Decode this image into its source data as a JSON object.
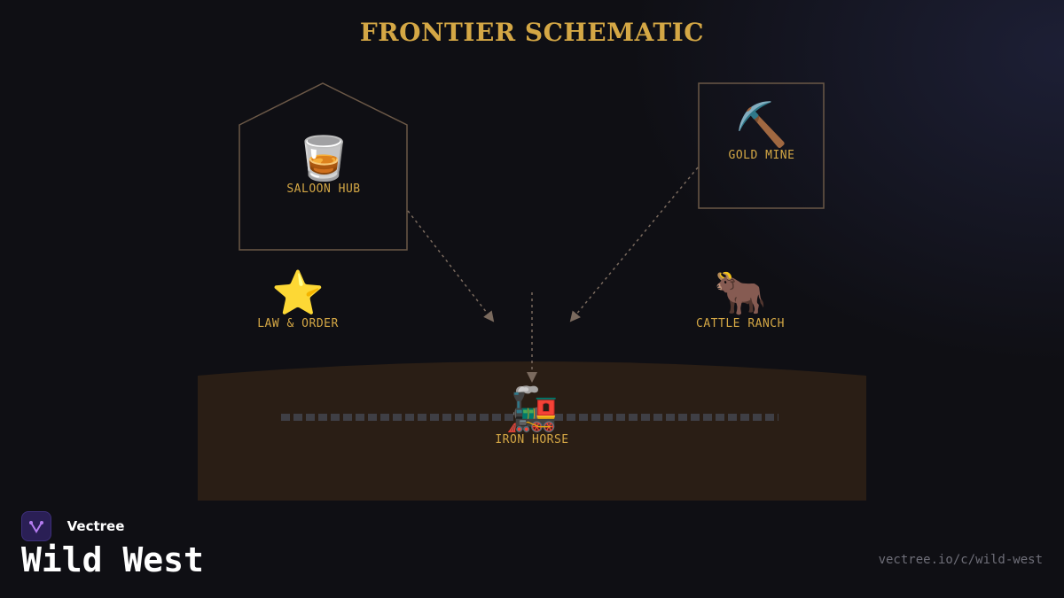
{
  "title": "FRONTIER SCHEMATIC",
  "nodes": {
    "saloon": {
      "emoji": "🥃",
      "label": "SALOON HUB"
    },
    "gold_mine": {
      "emoji": "⛏️",
      "label": "GOLD MINE"
    },
    "law": {
      "emoji": "⭐",
      "label": "LAW & ORDER"
    },
    "ranch": {
      "emoji": "🐂",
      "label": "CATTLE RANCH"
    },
    "iron_horse": {
      "emoji": "🚂",
      "label": "IRON HORSE"
    }
  },
  "colors": {
    "accent": "#d4a745",
    "background": "#0f0f14",
    "ground": "#2a1e15",
    "outline": "#6b5847",
    "arrow": "#7a6a5e",
    "rail": "#3f3f45"
  },
  "footer": {
    "brand": "Vectree",
    "logo_icon": "vectree-logo-icon",
    "heading": "Wild West",
    "url": "vectree.io/c/wild-west"
  }
}
